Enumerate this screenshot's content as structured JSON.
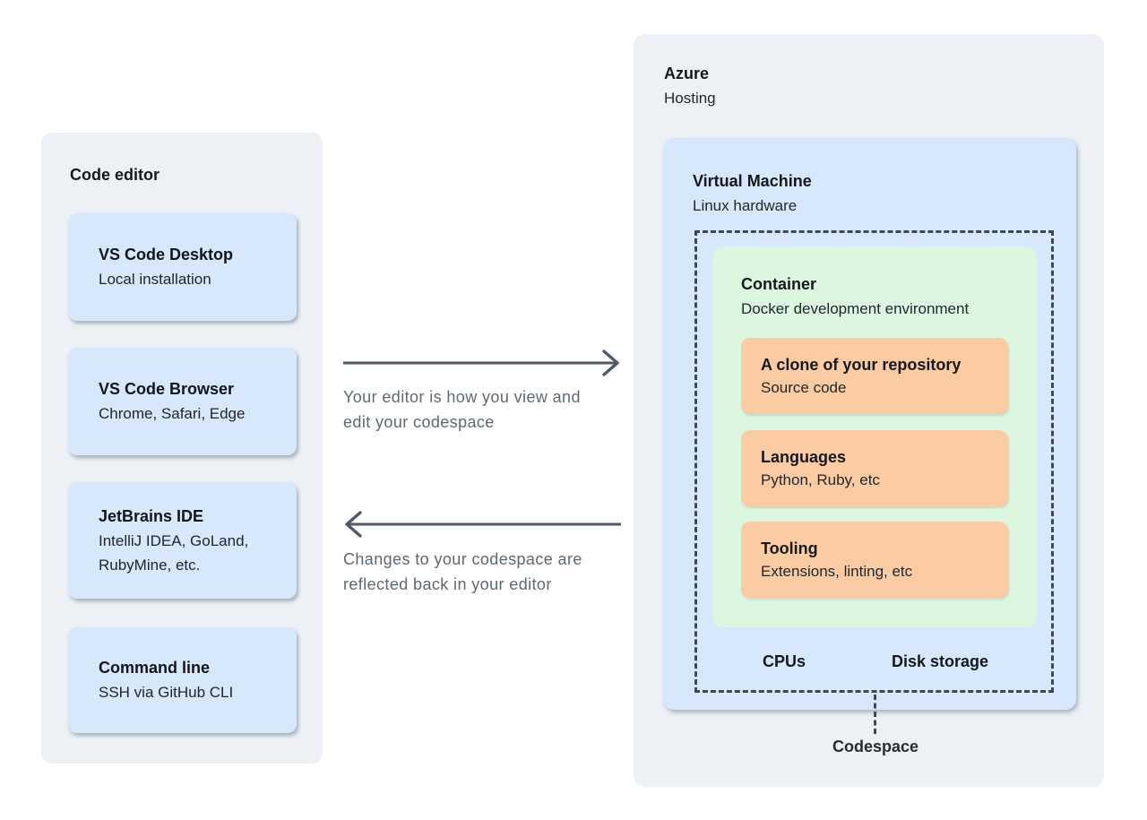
{
  "left_panel": {
    "title": "Code editor",
    "cards": [
      {
        "title": "VS Code Desktop",
        "subtitle": "Local installation"
      },
      {
        "title": "VS Code Browser",
        "subtitle": "Chrome, Safari, Edge"
      },
      {
        "title": "JetBrains IDE",
        "subtitle": "IntelliJ IDEA, GoLand, RubyMine, etc."
      },
      {
        "title": "Command line",
        "subtitle": "SSH via GitHub CLI"
      }
    ]
  },
  "flows": [
    {
      "direction": "right",
      "lines": [
        "Your editor is how you view and",
        "edit your codespace"
      ]
    },
    {
      "direction": "left",
      "lines": [
        "Changes to your codespace are",
        "reflected back in your editor"
      ]
    }
  ],
  "right_panel": {
    "title": "Azure",
    "subtitle": "Hosting",
    "vm": {
      "title": "Virtual Machine",
      "subtitle": "Linux hardware",
      "container": {
        "title": "Container",
        "subtitle": "Docker development environment",
        "cards": [
          {
            "title": "A clone of your repository",
            "subtitle": "Source code"
          },
          {
            "title": "Languages",
            "subtitle": "Python, Ruby, etc"
          },
          {
            "title": "Tooling",
            "subtitle": "Extensions, linting, etc"
          }
        ]
      },
      "resources": [
        "CPUs",
        "Disk storage"
      ]
    },
    "codespace_label": "Codespace"
  },
  "palette": {
    "panel_bg": "#edf1f5",
    "blue_card": "#d7e8fc",
    "green_box": "#dcf6e0",
    "orange_card": "#fbcba3",
    "dashed_border": "#414950",
    "arrow": "#4e5a67",
    "flow_text": "#5d6872",
    "title_text": "#15181c"
  }
}
